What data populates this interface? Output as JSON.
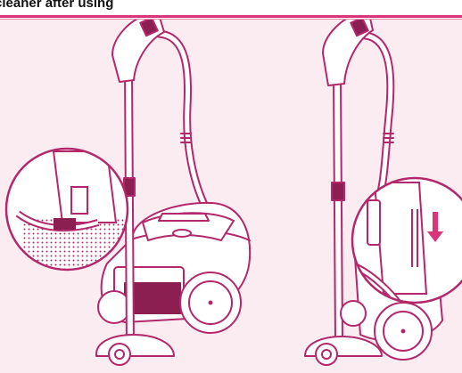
{
  "header": {
    "title": "cleaner after using",
    "accent_color": "#d8357a",
    "panel_color": "#fbecf2",
    "line_color": "#b3286a"
  },
  "illustrations": [
    {
      "id": "left",
      "subject": "canister vacuum cleaner with hose, telescopic wand and floor brush, magnified detail of perforated dust-container filter"
    },
    {
      "id": "right",
      "subject": "canister vacuum cleaner parked upright with wand clipped to body, magnified detail of clip and downward arrow"
    }
  ],
  "icons": {
    "arrow": "down-arrow-icon",
    "magnifier": "magnifier-circle-icon"
  }
}
